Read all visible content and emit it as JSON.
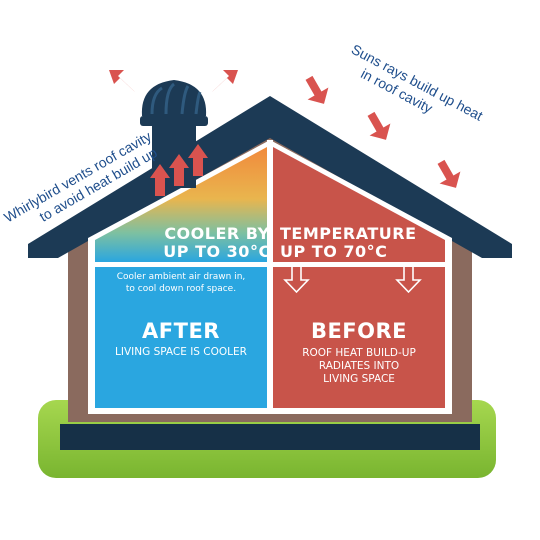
{
  "captions": {
    "whirlybird_line1": "Whirlybird vents roof cavity",
    "whirlybird_line2": "to avoid heat build up",
    "suns_line1": "Suns rays build up heat",
    "suns_line2": "in roof cavity"
  },
  "after_panel": {
    "roof_line1": "COOLER BY",
    "roof_line2": "UP TO 30°C",
    "note_line1": "Cooler ambient air drawn in,",
    "note_line2": "to cool down roof space.",
    "title": "AFTER",
    "subtitle": "LIVING SPACE IS COOLER"
  },
  "before_panel": {
    "roof_line1": "TEMPERATURE",
    "roof_line2": "UP TO 70°C",
    "title": "BEFORE",
    "desc_line1": "ROOF HEAT BUILD-UP",
    "desc_line2": "RADIATES INTO",
    "desc_line3": "LIVING SPACE"
  },
  "colors": {
    "roof": "#1c3a55",
    "walls": "#8a6a5e",
    "hot": "#c8544a",
    "cool": "#2aa6e0",
    "arrow": "#d9534f",
    "grass": "#8cc63f",
    "base": "#163047",
    "caption": "#1f4e8c"
  },
  "icons": [
    "whirlybird-vent-icon",
    "sun-ray-arrow-icon",
    "heat-arrow-icon",
    "down-arrow-icon"
  ]
}
